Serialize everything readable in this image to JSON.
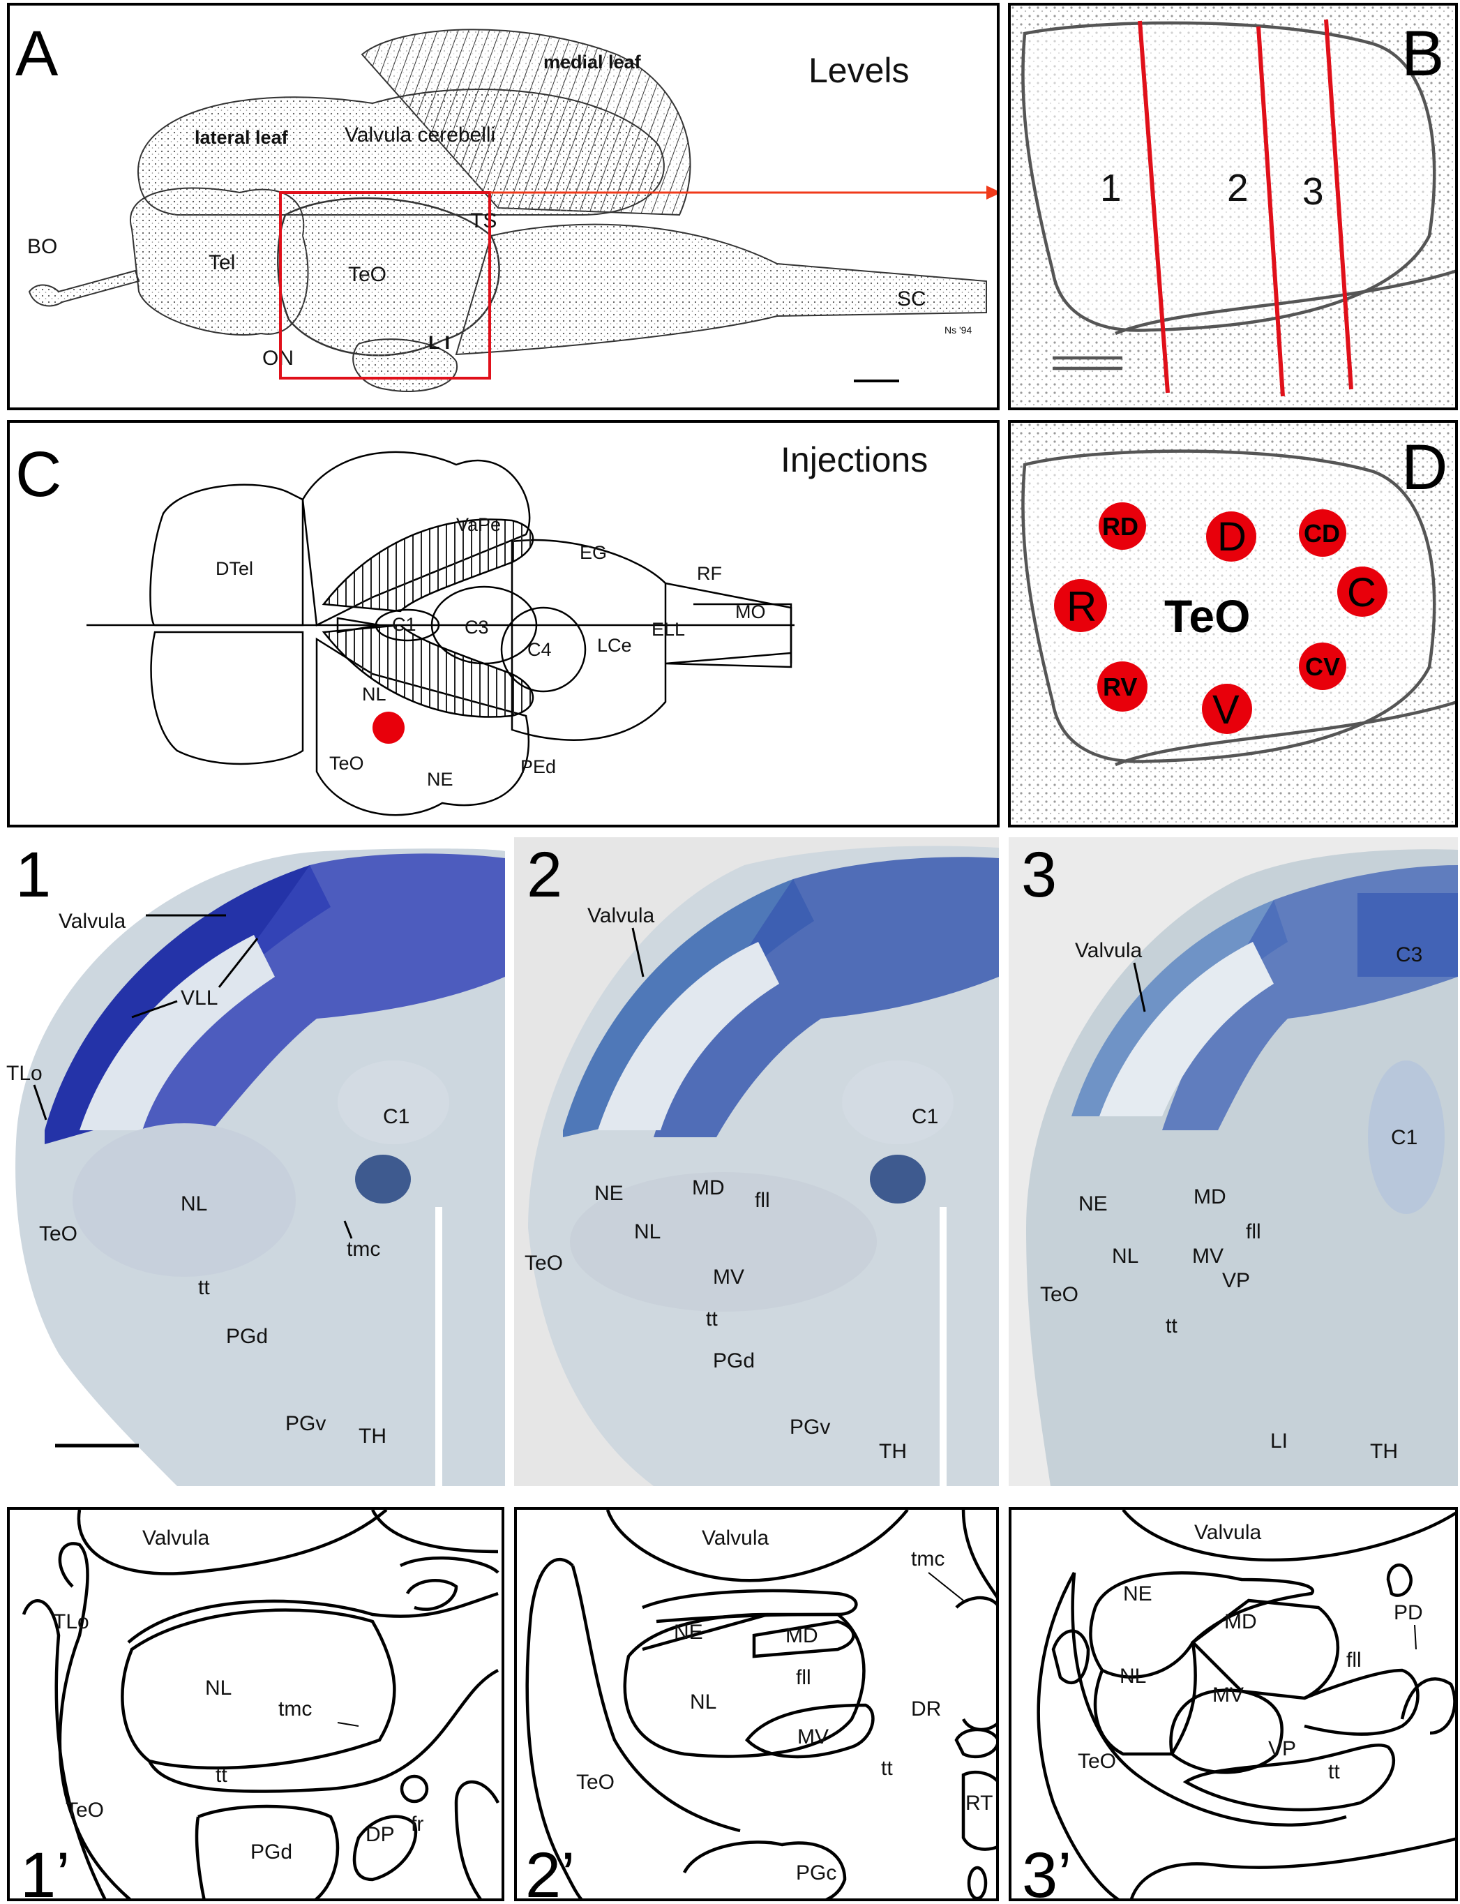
{
  "panels": {
    "a": {
      "letter": "A",
      "title": "Levels",
      "labels": {
        "medial_leaf": "medial leaf",
        "lateral_leaf": "lateral leaf",
        "valvula": "Valvula cerebelli",
        "bo": "BO",
        "tel": "Tel",
        "teo": "TeO",
        "ts": "TS",
        "sc": "SC",
        "on": "ON",
        "li": "L I",
        "sig": "Ns '94"
      }
    },
    "b": {
      "letter": "B",
      "levels": [
        "1",
        "2",
        "3"
      ]
    },
    "c": {
      "letter": "C",
      "title": "Injections",
      "labels": {
        "dtel": "DTel",
        "vape": "VaPe",
        "eg": "EG",
        "rf": "RF",
        "c1": "C1",
        "c3": "C3",
        "c4": "C4",
        "lce": "LCe",
        "ell": "ELL",
        "mo": "MO",
        "nl": "NL",
        "teo": "TeO",
        "ne": "NE",
        "ped": "PEd"
      }
    },
    "d": {
      "letter": "D",
      "center": "TeO",
      "sites": [
        "RD",
        "D",
        "CD",
        "R",
        "C",
        "RV",
        "V",
        "CV"
      ]
    },
    "p1": {
      "number": "1",
      "labels": {
        "valvula": "Valvula",
        "vll": "VLL",
        "tlo": "TLo",
        "c1": "C1",
        "nl": "NL",
        "teo": "TeO",
        "tmc": "tmc",
        "tt": "tt",
        "pgd": "PGd",
        "pgv": "PGv",
        "th": "TH"
      }
    },
    "p2": {
      "number": "2",
      "labels": {
        "valvula": "Valvula",
        "c1": "C1",
        "ne": "NE",
        "md": "MD",
        "fll": "fll",
        "nl": "NL",
        "teo": "TeO",
        "mv": "MV",
        "tt": "tt",
        "pgd": "PGd",
        "pgv": "PGv",
        "th": "TH"
      }
    },
    "p3": {
      "number": "3",
      "labels": {
        "valvula": "Valvula",
        "c3": "C3",
        "c1": "C1",
        "ne": "NE",
        "md": "MD",
        "fll": "fll",
        "nl": "NL",
        "mv": "MV",
        "vp": "VP",
        "teo": "TeO",
        "tt": "tt",
        "li": "LI",
        "th": "TH"
      }
    },
    "d1": {
      "number": "1’",
      "labels": {
        "valvula": "Valvula",
        "tlo": "TLo",
        "nl": "NL",
        "tmc": "tmc",
        "tt": "tt",
        "teo": "TeO",
        "pgd": "PGd",
        "dp": "DP",
        "fr": "fr"
      }
    },
    "d2": {
      "number": "2’",
      "labels": {
        "valvula": "Valvula",
        "tmc": "tmc",
        "ne": "NE",
        "md": "MD",
        "fll": "fll",
        "nl": "NL",
        "dr": "DR",
        "mv": "MV",
        "rt": "RT",
        "teo": "TeO",
        "tt": "tt",
        "pgc": "PGc"
      }
    },
    "d3": {
      "number": "3’",
      "labels": {
        "valvula": "Valvula",
        "ne": "NE",
        "md": "MD",
        "pd": "PD",
        "nl": "NL",
        "mv": "MV",
        "fll": "fll",
        "teo": "TeO",
        "vp": "VP",
        "tt": "tt"
      }
    }
  },
  "colors": {
    "injection_red": "#e8000b",
    "level_line": "#e0101a",
    "arrow": "#f03a1a",
    "stain_blue": "#2b3aa5",
    "section_bg": "#c7d3dc"
  }
}
